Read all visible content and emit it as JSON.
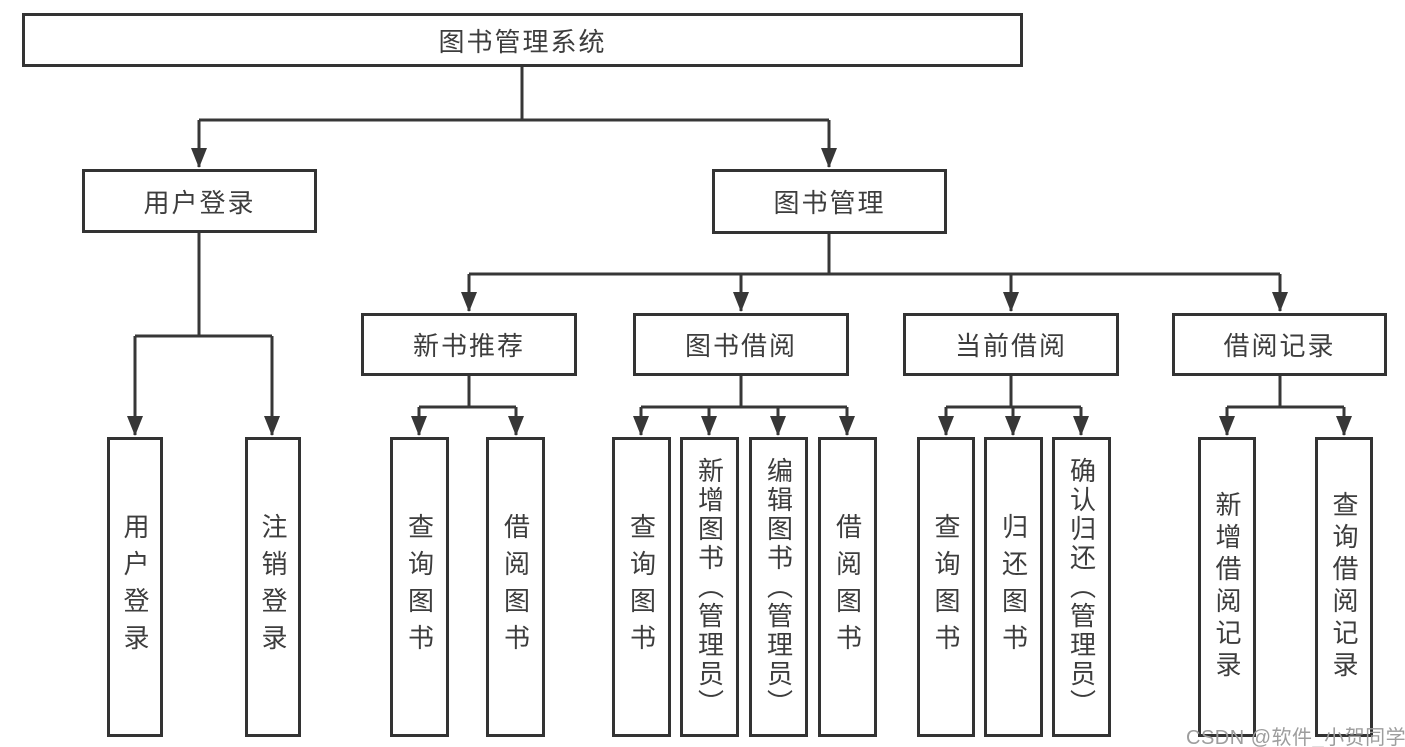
{
  "tree": {
    "label": "图书管理系统",
    "children": [
      {
        "label": "用户登录",
        "children": [
          {
            "label": "用户登录"
          },
          {
            "label": "注销登录"
          }
        ]
      },
      {
        "label": "图书管理",
        "children": [
          {
            "label": "新书推荐",
            "children": [
              {
                "label": "查询图书"
              },
              {
                "label": "借阅图书"
              }
            ]
          },
          {
            "label": "图书借阅",
            "children": [
              {
                "label": "查询图书"
              },
              {
                "label": "新增图书（管理员）"
              },
              {
                "label": "编辑图书（管理员）"
              },
              {
                "label": "借阅图书"
              }
            ]
          },
          {
            "label": "当前借阅",
            "children": [
              {
                "label": "查询图书"
              },
              {
                "label": "归还图书"
              },
              {
                "label": "确认归还（管理员）"
              }
            ]
          },
          {
            "label": "借阅记录",
            "children": [
              {
                "label": "新增借阅记录"
              },
              {
                "label": "查询借阅记录"
              }
            ]
          }
        ]
      }
    ]
  },
  "watermark": "CSDN @软件_小贺同学",
  "colors": {
    "line": "#373737",
    "border": "#333333",
    "text": "#3d3d3d",
    "watermark": "#9d9d9d"
  }
}
